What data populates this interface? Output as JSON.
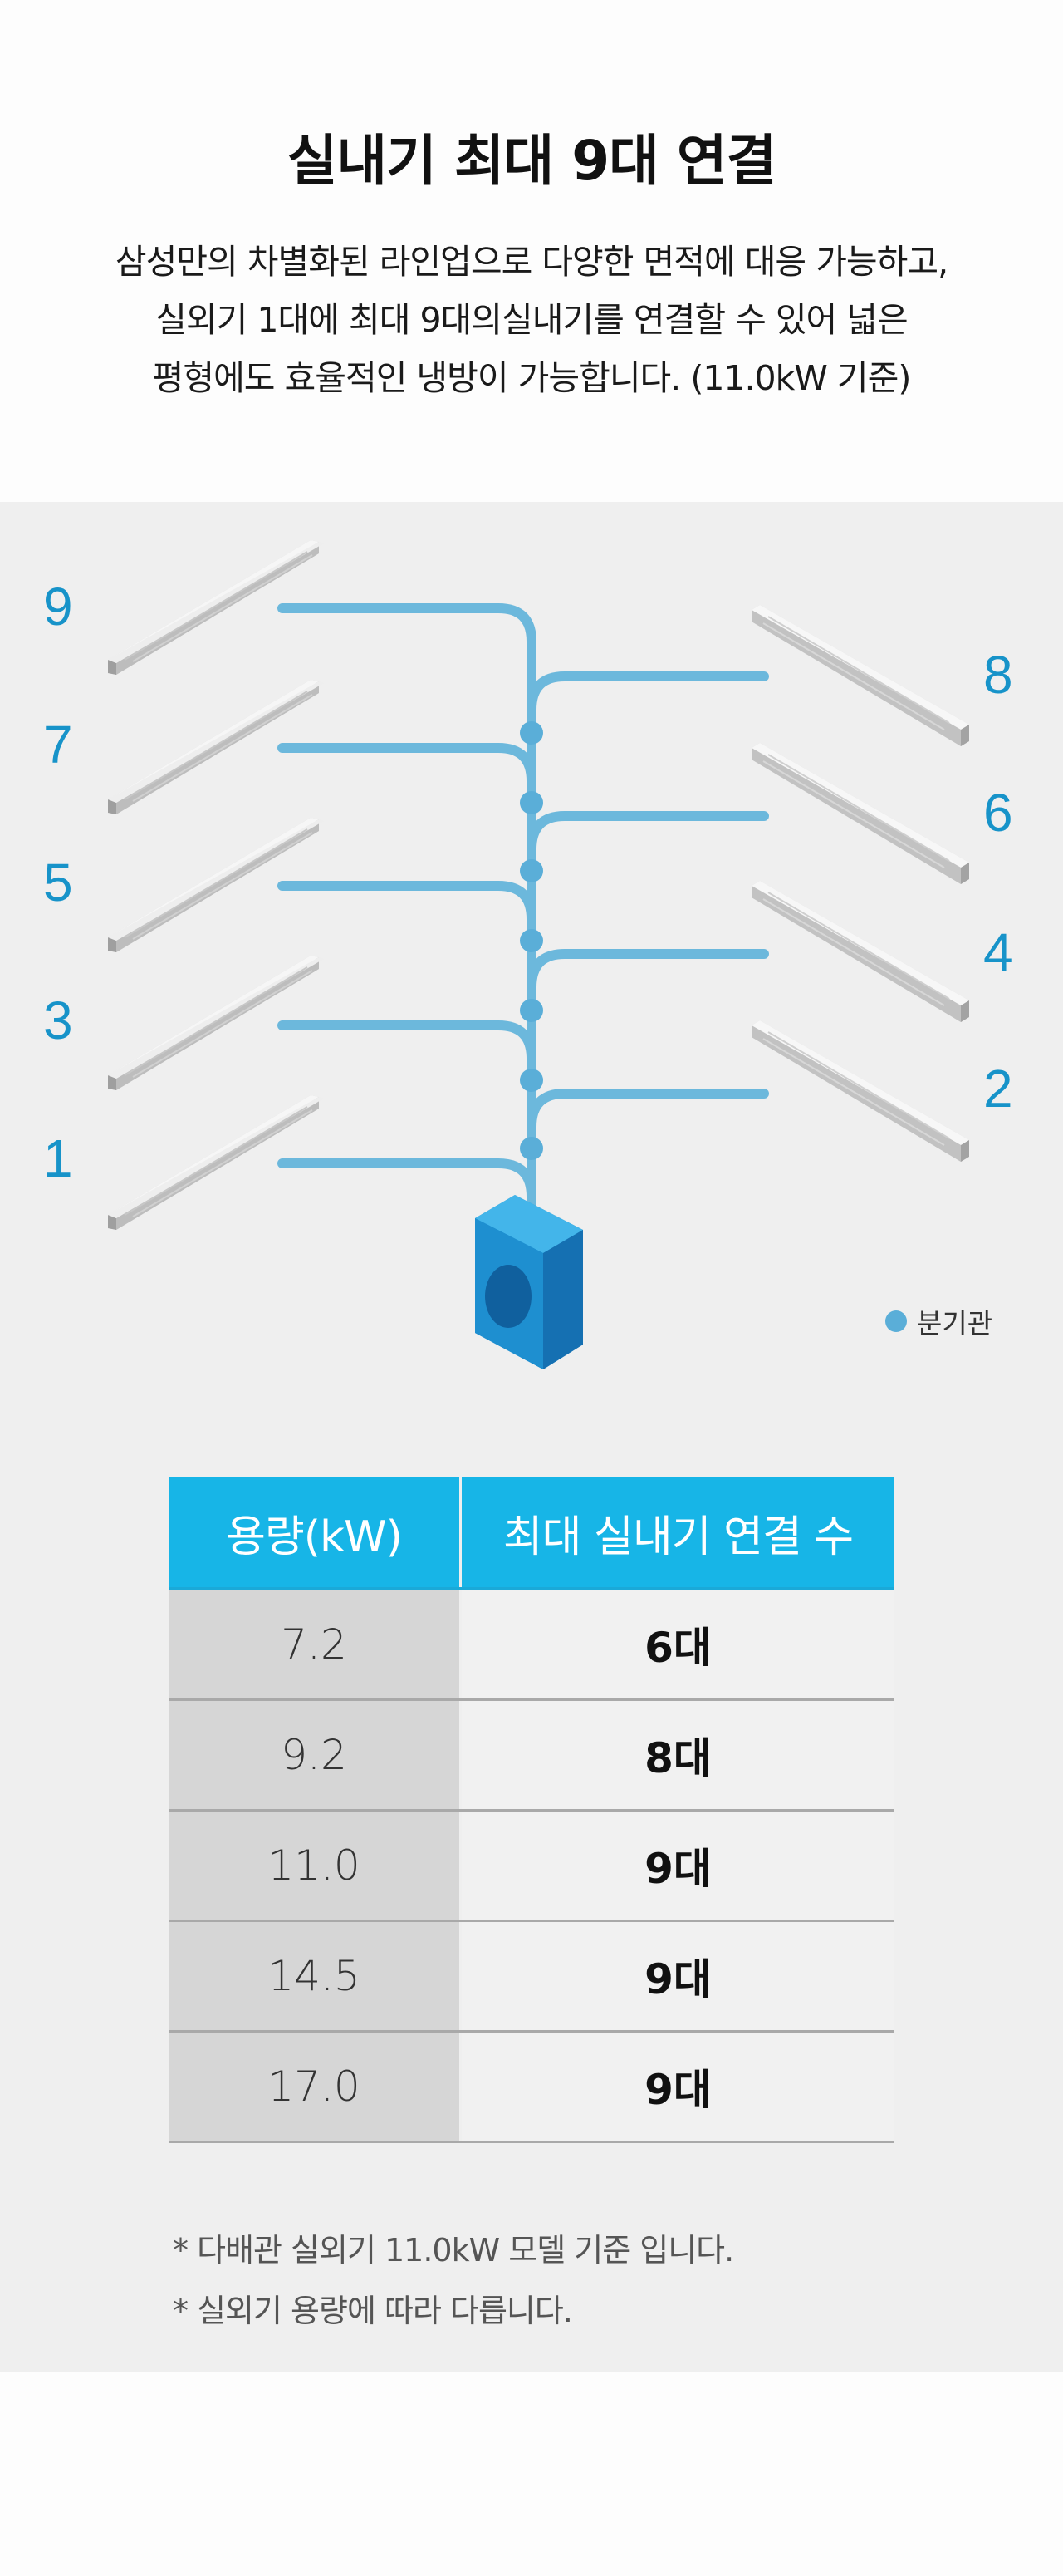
{
  "title": "실내기 최대 9대 연결",
  "description": [
    "삼성만의 차별화된 라인업으로 다양한 면적에 대응 가능하고,",
    "실외기 1대에 최대 9대의실내기를 연결할 수 있어 넓은",
    "평형에도 효율적인 냉방이 가능합니다. (11.0kW 기준)"
  ],
  "diagram": {
    "left_labels": [
      "9",
      "7",
      "5",
      "3",
      "1"
    ],
    "right_labels": [
      "8",
      "6",
      "4",
      "2"
    ],
    "legend": "분기관",
    "colors": {
      "pipe": "#6cb8dc",
      "joint": "#5aaed8",
      "outdoor_unit": "#1e8fd0",
      "label": "#1793c9"
    }
  },
  "table": {
    "headers": [
      "용량(kW)",
      "최대 실내기 연결 수"
    ],
    "rows": [
      [
        "7.2",
        "6대"
      ],
      [
        "9.2",
        "8대"
      ],
      [
        "11.0",
        "9대"
      ],
      [
        "14.5",
        "9대"
      ],
      [
        "17.0",
        "9대"
      ]
    ],
    "colors": {
      "header_bg": "#17b5e7",
      "capacity_bg": "#d6d6d6"
    }
  },
  "notes": [
    "* 다배관 실외기 11.0kW 모델 기준 입니다.",
    "* 실외기 용량에 따라 다릅니다."
  ]
}
